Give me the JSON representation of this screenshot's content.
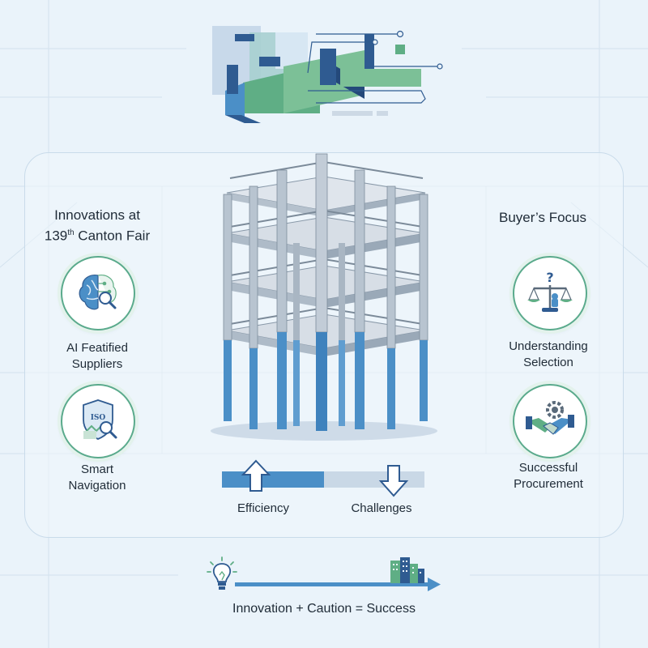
{
  "left_panel": {
    "heading_line1": "Innovations at",
    "heading_line2_prefix": "139",
    "heading_line2_sup": "th",
    "heading_line2_suffix": " Canton Fair",
    "items": [
      {
        "label_line1": "AI Featified",
        "label_line2": "Suppliers",
        "icon": "ai-brain-icon"
      },
      {
        "label_line1": "Smart",
        "label_line2": "Navigation",
        "icon": "iso-magnifier-icon"
      }
    ]
  },
  "right_panel": {
    "heading": "Buyer’s Focus",
    "items": [
      {
        "label_line1": "Understanding",
        "label_line2": "Selection",
        "icon": "scales-question-icon"
      },
      {
        "label_line1": "Successful",
        "label_line2": "Procurement",
        "icon": "handshake-gear-icon"
      }
    ]
  },
  "balance_bar": {
    "left_label": "Efficiency",
    "right_label": "Challenges",
    "left_icon": "arrow-up-icon",
    "right_icon": "arrow-down-icon"
  },
  "footer": {
    "equation": "Innovation + Caution = Success",
    "left_icon": "lightbulb-icon",
    "right_icon": "buildings-icon"
  },
  "colors": {
    "background": "#eaf3fa",
    "blue": "#4b8fc7",
    "navy": "#2f5b91",
    "green": "#5fae85",
    "steel": "#9aa9b8"
  }
}
